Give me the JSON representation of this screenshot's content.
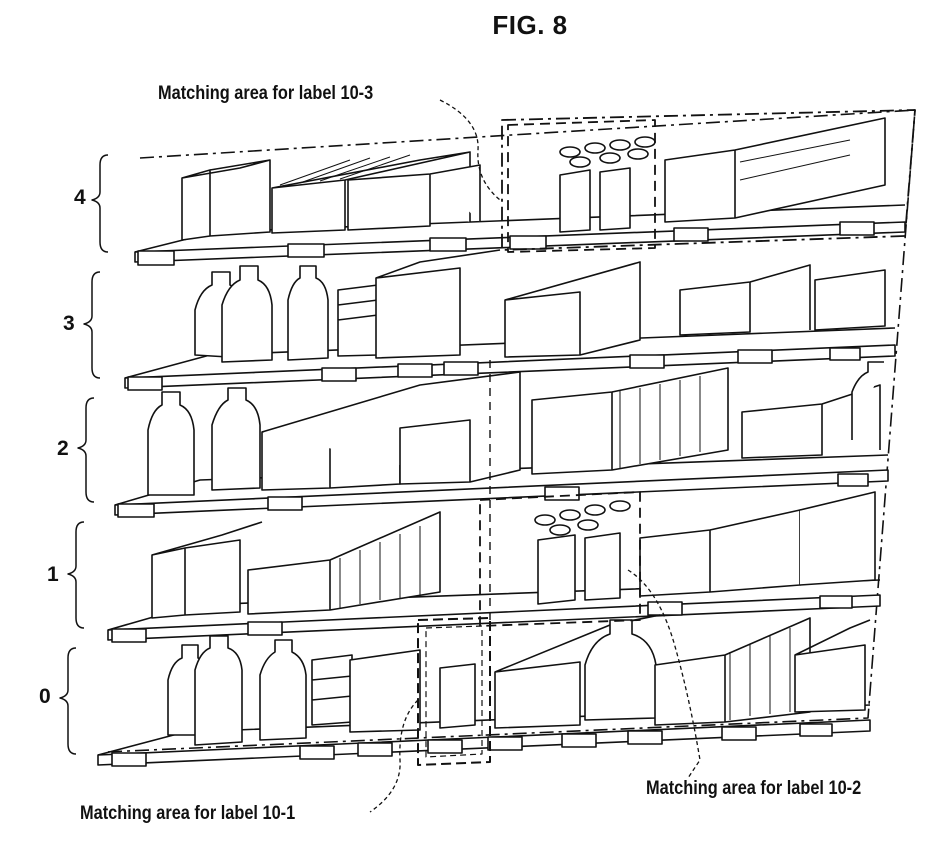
{
  "figure": {
    "title": "FIG. 8",
    "tiers": [
      "4",
      "3",
      "2",
      "1",
      "0"
    ],
    "callouts": {
      "label_10_3": "Matching area for label 10-3",
      "label_10_2": "Matching area for label 10-2",
      "label_10_1": "Matching area for label 10-1"
    }
  },
  "colors": {
    "line": "#111111",
    "background": "#ffffff"
  }
}
